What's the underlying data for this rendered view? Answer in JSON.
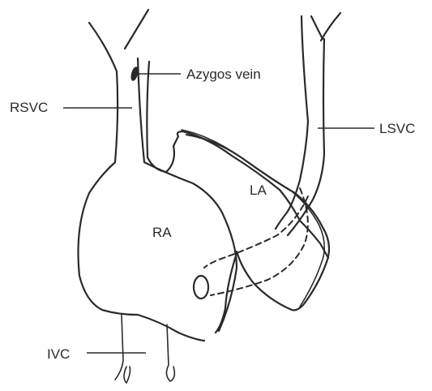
{
  "labels": {
    "azygos": "Azygos vein",
    "rsvc": "RSVC",
    "lsvc": "LSVC",
    "la": "LA",
    "ra": "RA",
    "ivc": "IVC"
  },
  "colors": {
    "ink": "#2a2a2a",
    "background": "#ffffff"
  }
}
